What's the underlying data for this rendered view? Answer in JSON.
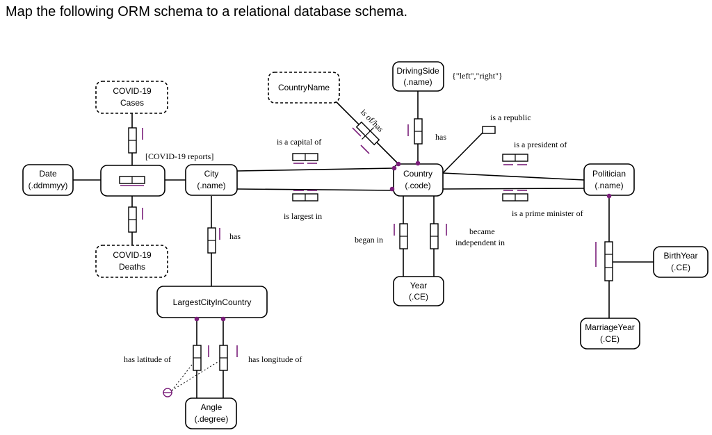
{
  "question": "Map the following ORM schema to a relational database schema.",
  "colors": {
    "constraint": "#7a1e7a",
    "line": "#000000"
  },
  "entities": {
    "covid_cases": [
      "COVID-19",
      "Cases"
    ],
    "covid_deaths": [
      "COVID-19",
      "Deaths"
    ],
    "date": [
      "Date",
      "(.ddmmyy)"
    ],
    "city": [
      "City",
      "(.name)"
    ],
    "country_name": [
      "CountryName"
    ],
    "driving_side": [
      "DrivingSide",
      "(.name)"
    ],
    "country": [
      "Country",
      "(.code)"
    ],
    "politician": [
      "Politician",
      "(.name)"
    ],
    "largest_city": [
      "LargestCityInCountry"
    ],
    "year": [
      "Year",
      "(.CE)"
    ],
    "birth_year": [
      "BirthYear",
      "(.CE)"
    ],
    "marriage_year": [
      "MarriageYear",
      "(.CE)"
    ],
    "angle": [
      "Angle",
      "(.degree)"
    ]
  },
  "labels": {
    "covid_reports": "[COVID-19 reports]",
    "is_capital_of": "is a capital of",
    "is_largest_in": "is largest in",
    "is_of_has": "is of/has",
    "has_driving": "has",
    "driving_values": "{\"left\",\"right\"}",
    "is_republic": "is a republic",
    "is_president_of": "is a president of",
    "is_pm_of": "is a prime minister of",
    "began_in": "began in",
    "became_independent_in": [
      "became",
      "independent in"
    ],
    "has_largest": "has",
    "has_latitude_of": "has latitude of",
    "has_longitude_of": "has longitude of"
  }
}
